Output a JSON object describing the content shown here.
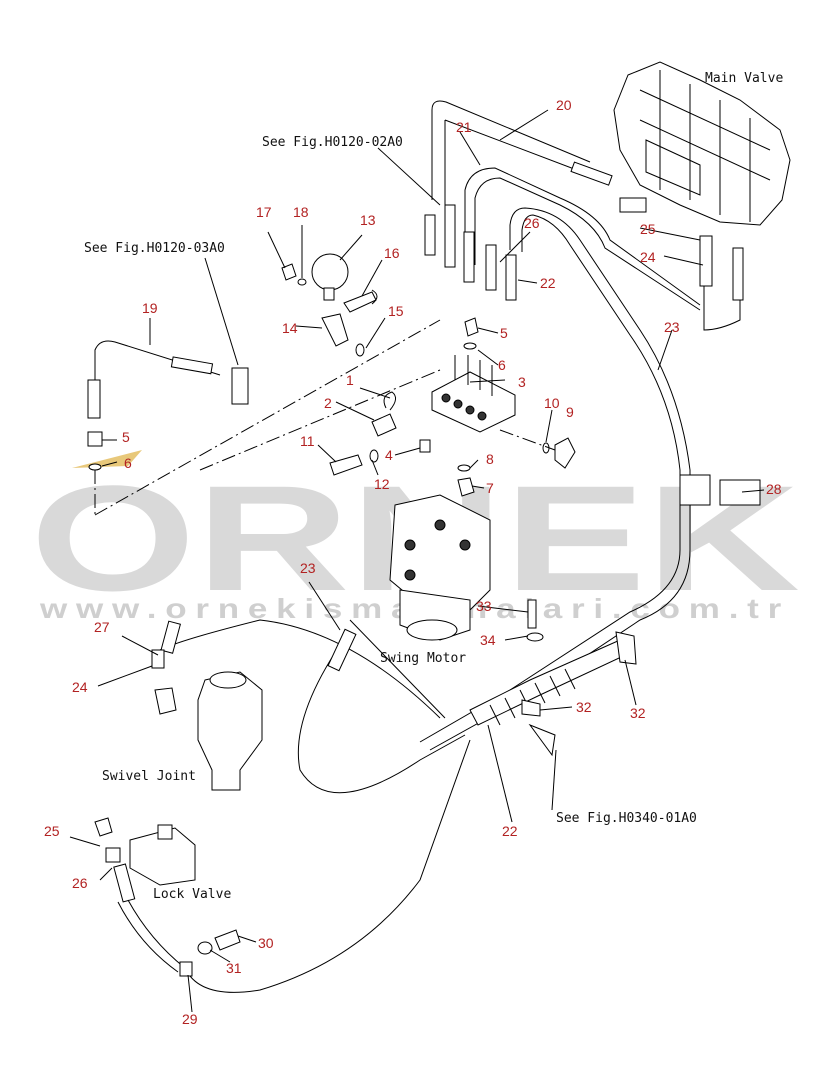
{
  "labels": {
    "main_valve": "Main Valve",
    "swing_motor": "Swing Motor",
    "swivel_joint": "Swivel Joint",
    "lock_valve": "Lock Valve",
    "ref_h0120_02a0": "See Fig.H0120-02A0",
    "ref_h0120_03a0": "See Fig.H0120-03A0",
    "ref_h0340_01a0": "See Fig.H0340-01A0"
  },
  "watermark": {
    "brand": "ORNEK",
    "url": "www.ornekismakinalari.com.tr"
  },
  "callouts": [
    "1",
    "2",
    "3",
    "4",
    "5",
    "6",
    "7",
    "8",
    "9",
    "10",
    "11",
    "12",
    "13",
    "14",
    "15",
    "16",
    "17",
    "18",
    "19",
    "20",
    "21",
    "22",
    "23",
    "24",
    "25",
    "26",
    "27",
    "28",
    "29",
    "30",
    "31",
    "32",
    "33",
    "34"
  ],
  "callout_refs": {
    "c20": "20",
    "c21": "21",
    "c26a": "26",
    "c22a": "22",
    "c25a": "25",
    "c24a": "24",
    "c23a": "23",
    "c17": "17",
    "c18": "18",
    "c13": "13",
    "c16": "16",
    "c15": "15",
    "c14": "14",
    "c5a": "5",
    "c6a": "6",
    "c3": "3",
    "c1": "1",
    "c2": "2",
    "c10": "10",
    "c9": "9",
    "c11": "11",
    "c4": "4",
    "c8": "8",
    "c12": "12",
    "c7": "7",
    "c19": "19",
    "c5b": "5",
    "c6b": "6",
    "c28": "28",
    "c23b": "23",
    "c27": "27",
    "c24b": "24",
    "c33": "33",
    "c34": "34",
    "c32a": "32",
    "c32b": "32",
    "c22b": "22",
    "c25b": "25",
    "c26b": "26",
    "c30": "30",
    "c31": "31",
    "c29": "29"
  }
}
